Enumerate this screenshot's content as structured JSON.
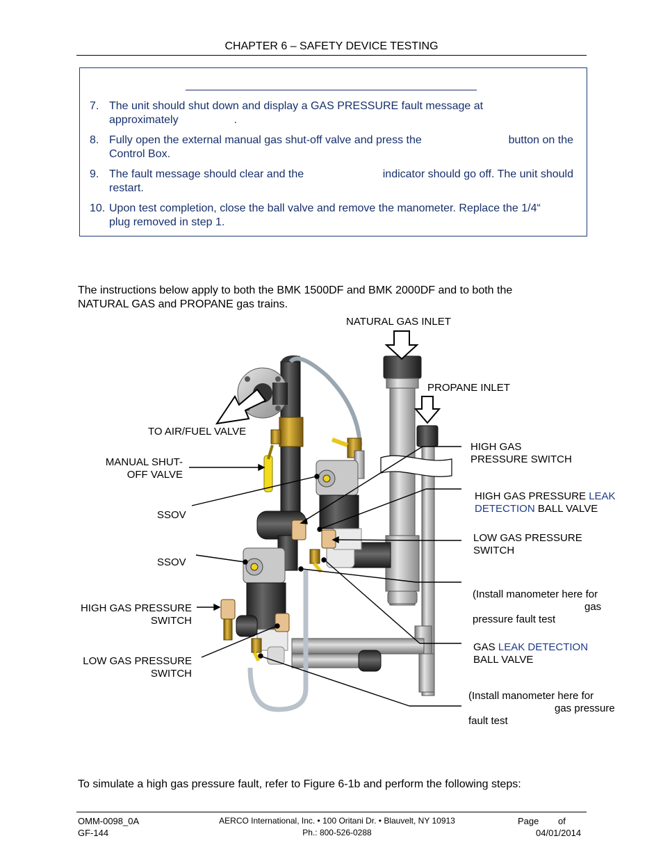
{
  "header": {
    "title": "CHAPTER 6 – SAFETY DEVICE TESTING"
  },
  "procedure_box": {
    "steps": [
      {
        "num": "7.",
        "text_line1": "The unit should shut down and display a GAS PRESSURE fault message at",
        "text_line2": "approximately",
        "text_line2_end": "."
      },
      {
        "num": "8.",
        "text_line1a": "Fully open the external manual gas shut-off valve and press the",
        "text_line1b": "button on the",
        "text_line2": "Control Box."
      },
      {
        "num": "9.",
        "text_line1a": "The fault message should clear and the",
        "text_line1b": "indicator should go off.  The unit should",
        "text_line2": "restart."
      },
      {
        "num": "10.",
        "text_line1": "Upon test completion, close the ball valve and remove the manometer. Replace the 1/4“",
        "text_line2": "plug removed in step 1."
      }
    ]
  },
  "intro": {
    "line1": "The instructions below apply to both the BMK 1500DF and BMK 2000DF and to both the",
    "line2": "NATURAL GAS and PROPANE gas trains."
  },
  "figure": {
    "labels": {
      "natural_gas_inlet": "NATURAL GAS INLET",
      "propane_inlet": "PROPANE INLET",
      "to_air_fuel_valve": "TO AIR/FUEL VALVE",
      "manual_shutoff_1": "MANUAL SHUT-",
      "manual_shutoff_2": "OFF VALVE",
      "ssov_1": "SSOV",
      "ssov_2": "SSOV",
      "hgps_left_1": "HIGH GAS PRESSURE",
      "hgps_left_2": "SWITCH",
      "lgps_left_1": "LOW GAS PRESSURE",
      "lgps_left_2": "SWITCH",
      "hgps_right_1": "HIGH GAS",
      "hgps_right_2": "PRESSURE SWITCH",
      "hgp_leak_1a": "HIGH GAS PRESSURE ",
      "hgp_leak_1b": "LEAK",
      "hgp_leak_2a": "DETECTION",
      "hgp_leak_2b": " BALL VALVE",
      "lgps_right_1": "LOW GAS PRESSURE",
      "lgps_right_2": "SWITCH",
      "manometer_high_1": "(Install manometer here for",
      "manometer_high_2": "gas",
      "manometer_high_3": "pressure fault test",
      "gas_leak_1a": "GAS ",
      "gas_leak_1b": "LEAK DETECTION",
      "gas_leak_2": "BALL VALVE",
      "manometer_low_1": "(Install manometer here for",
      "manometer_low_2": "gas pressure",
      "manometer_low_3": "fault test"
    }
  },
  "closing": {
    "text": "To simulate a high gas pressure fault, refer to Figure 6-1b and perform the following steps:"
  },
  "footer": {
    "doc_id": "OMM-0098_0A",
    "form_id": "GF-144",
    "company": "AERCO International, Inc. • 100 Oritani Dr. •  Blauvelt, NY 10913",
    "phone": "Ph.: 800-526-0288",
    "page_a": "Page",
    "page_b": "of",
    "date": "04/01/2014"
  }
}
